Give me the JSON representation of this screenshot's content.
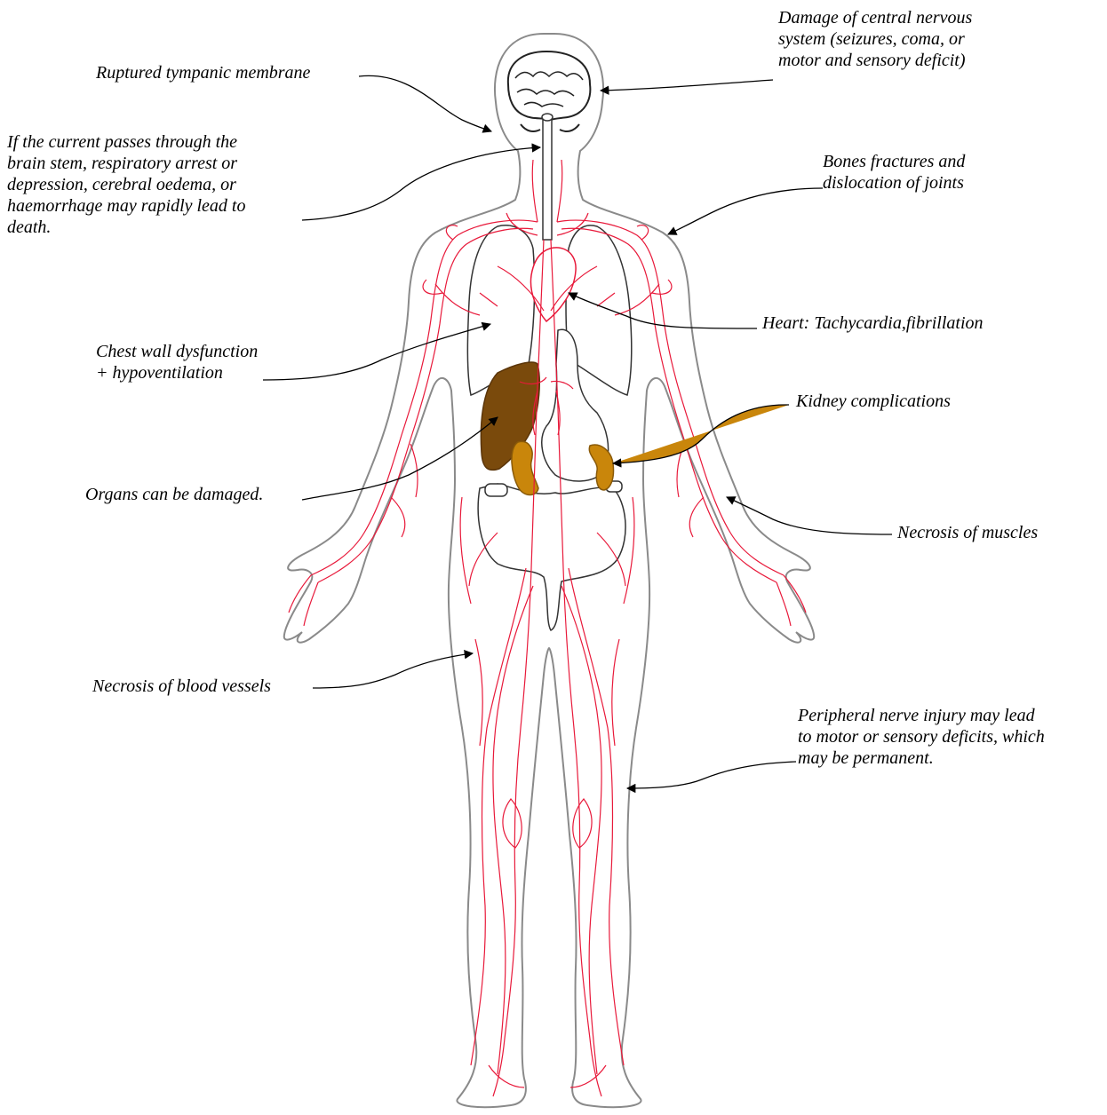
{
  "diagram": {
    "colors": {
      "outline": "#8a8a8a",
      "vessel": "#e8193a",
      "liver": "#7a4a0c",
      "kidney": "#c9860b",
      "organ_outline": "#333333",
      "arrow": "#000000"
    },
    "labels": {
      "cns": "Damage of central nervous\nsystem  (seizures, coma, or\nmotor and sensory deficit)",
      "ear": "Ruptured tympanic membrane",
      "brainstem": "If the current passes through the\nbrain stem, respiratory arrest or\ndepression, cerebral oedema, or\nhaemorrhage may rapidly lead to\ndeath.",
      "bones": "Bones fractures and\ndislocation of joints",
      "heart": "Heart: Tachycardia,fibrillation",
      "chest": "Chest wall dysfunction\n+ hypoventilation",
      "kidney": "Kidney complications",
      "organs": "Organs can be damaged.",
      "muscles": "Necrosis of muscles",
      "vessels": "Necrosis of blood vessels",
      "nerve": "Peripheral nerve injury may lead\nto motor or sensory deficits, which\nmay be permanent."
    }
  }
}
